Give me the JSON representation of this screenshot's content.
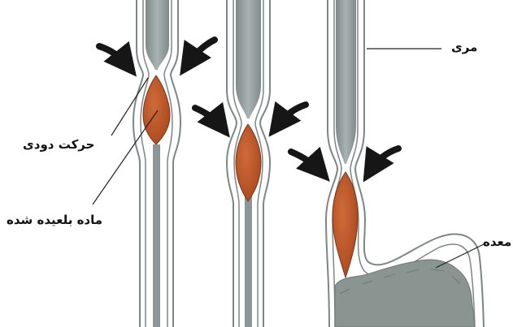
{
  "labels": {
    "esophagus": "مری",
    "peristalsis": "حرکت دودی",
    "bolus": "ماده بلعیده شده",
    "stomach": "معده"
  },
  "colors": {
    "wall": "#7d8587",
    "lumen_fill": "#9ea7a8",
    "lumen_dark": "#7f8a89",
    "bolus": "#c05a2c",
    "bolus_edge": "#7a3518",
    "arrow": "#161616",
    "leader": "#222222",
    "stomach_fill": "#8a9591"
  }
}
